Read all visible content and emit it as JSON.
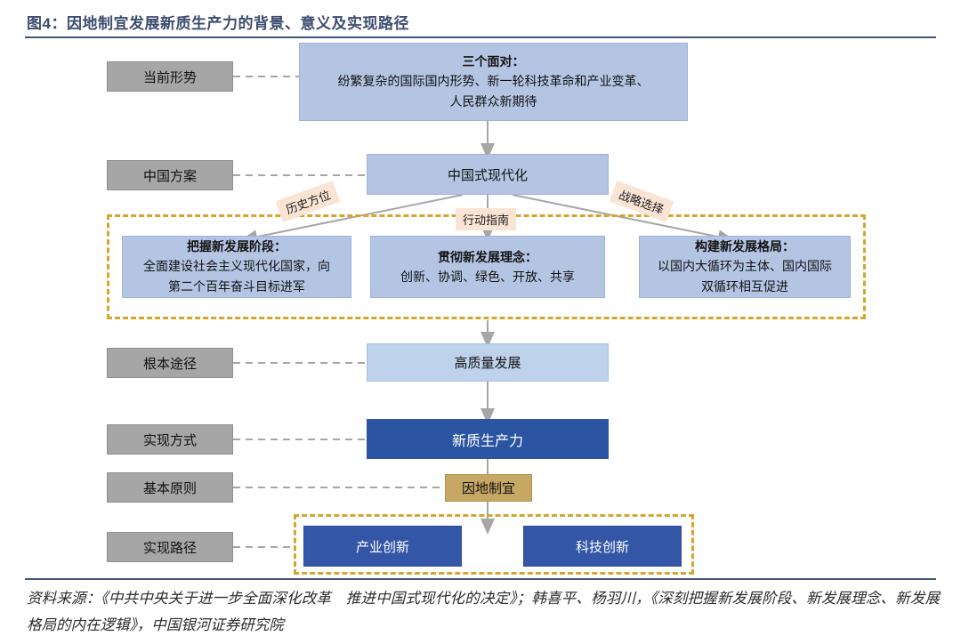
{
  "figure": {
    "title": "图4：因地制宜发展新质生产力的背景、意义及实现路径",
    "title_color": "#3d4d6e",
    "source_note": "资料来源：《中共中央关于进一步全面深化改革　推进中国式现代化的决定》；韩喜平、杨羽川，《深刻把握新发展阶段、新发展理念、新发展格局的内在逻辑》，中国银河证券研究院"
  },
  "palette": {
    "gray_label": "#a6a6a6",
    "blue_mid": "#b4c5e4",
    "blue_light": "#bfd2ec",
    "blue_dark": "#2b55a2",
    "tan": "#c6a763",
    "dashed_gold": "#d4a72c",
    "connector_gray": "#a6a6a6",
    "rule_navy": "#44557a",
    "tag_bg": "#fae4d4"
  },
  "row_labels": [
    {
      "id": "current-situation",
      "text": "当前形势"
    },
    {
      "id": "china-plan",
      "text": "中国方案"
    },
    {
      "id": "fundamental-path",
      "text": "根本途径"
    },
    {
      "id": "realization-mode",
      "text": "实现方式"
    },
    {
      "id": "basic-principle",
      "text": "基本原则"
    },
    {
      "id": "realization-route",
      "text": "实现路径"
    }
  ],
  "nodes": {
    "three_facings": {
      "title": "三个面对：",
      "line1": "纷繁复杂的国际国内形势、新一轮科技革命和产业变革、",
      "line2": "人民群众新期待"
    },
    "chinese_modernization": {
      "text": "中国式现代化"
    },
    "new_stage": {
      "title": "把握新发展阶段：",
      "line1": "全面建设社会主义现代化国家，向",
      "line2": "第二个百年奋斗目标进军"
    },
    "new_concept": {
      "title": "贯彻新发展理念：",
      "line1": "创新、协调、绿色、开放、共享",
      "line2": ""
    },
    "new_pattern": {
      "title": "构建新发展格局：",
      "line1": "以国内大循环为主体、国内国际",
      "line2": "双循环相互促进"
    },
    "high_quality": {
      "text": "高质量发展"
    },
    "new_productive_forces": {
      "text": "新质生产力"
    },
    "local_conditions": {
      "text": "因地制宜"
    },
    "industrial_innovation": {
      "text": "产业创新"
    },
    "tech_innovation": {
      "text": "科技创新"
    }
  },
  "edge_tags": [
    {
      "id": "historical-position",
      "text": "历史方位"
    },
    {
      "id": "action-guide",
      "text": "行动指南"
    },
    {
      "id": "strategic-choice",
      "text": "战略选择"
    }
  ]
}
